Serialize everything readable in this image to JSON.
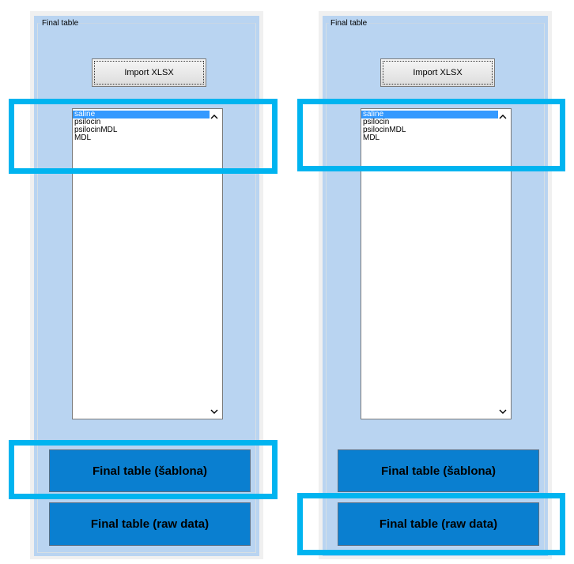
{
  "panels": [
    {
      "group_title": "Final table",
      "import_label": "Import XLSX",
      "list_items": [
        "saline",
        "psilocin",
        "psilocinMDL",
        "MDL"
      ],
      "selected_index": 0,
      "btn_sablona": "Final table (šablona)",
      "btn_raw": "Final table (raw data)"
    },
    {
      "group_title": "Final table",
      "import_label": "Import XLSX",
      "list_items": [
        "saline",
        "psilocin",
        "psilocinMDL",
        "MDL"
      ],
      "selected_index": 0,
      "btn_sablona": "Final table (šablona)",
      "btn_raw": "Final table (raw data)"
    }
  ],
  "scroll_icons": {
    "up": "chevron-up-icon",
    "down": "chevron-down-icon"
  },
  "colors": {
    "panel_background": "#b9d4f1",
    "action_button": "#0a7fd0",
    "selection": "#3399ff",
    "highlight_frame": "#00b4f0"
  }
}
